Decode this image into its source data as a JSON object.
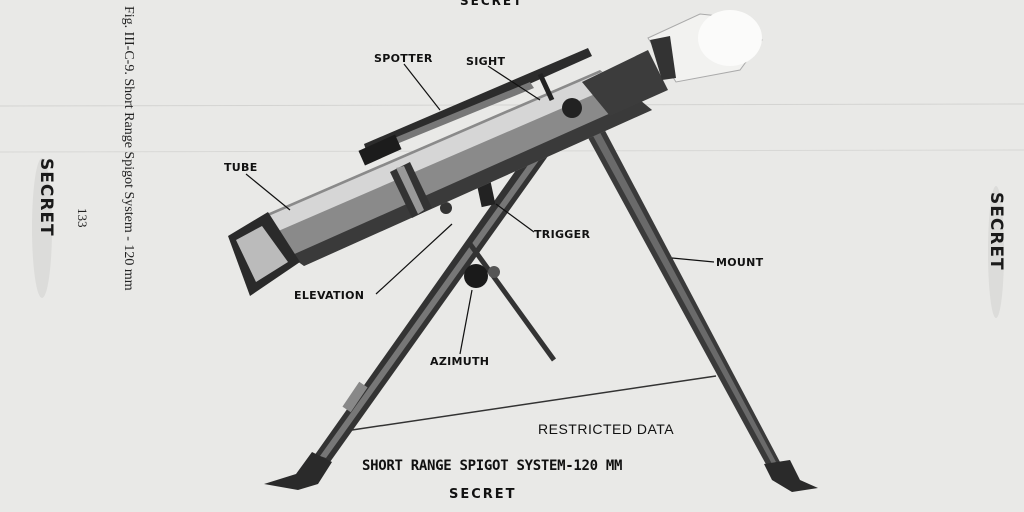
{
  "header": {
    "classification": "SECRET"
  },
  "footer": {
    "classification": "SECRET"
  },
  "margin": {
    "figure_caption": "Fig. III-C-9.  Short Range Spigot System - 120 mm",
    "page_number": "133",
    "left_stamp": "SECRET",
    "right_stamp": "SECRET"
  },
  "figure": {
    "labels": {
      "spotter": "SPOTTER",
      "sight": "SIGHT",
      "tube": "TUBE",
      "trigger": "TRIGGER",
      "mount": "MOUNT",
      "elevation": "ELEVATION",
      "azimuth": "AZIMUTH"
    },
    "restricted": "RESTRICTED DATA",
    "title": "SHORT RANGE SPIGOT SYSTEM-120 MM"
  }
}
